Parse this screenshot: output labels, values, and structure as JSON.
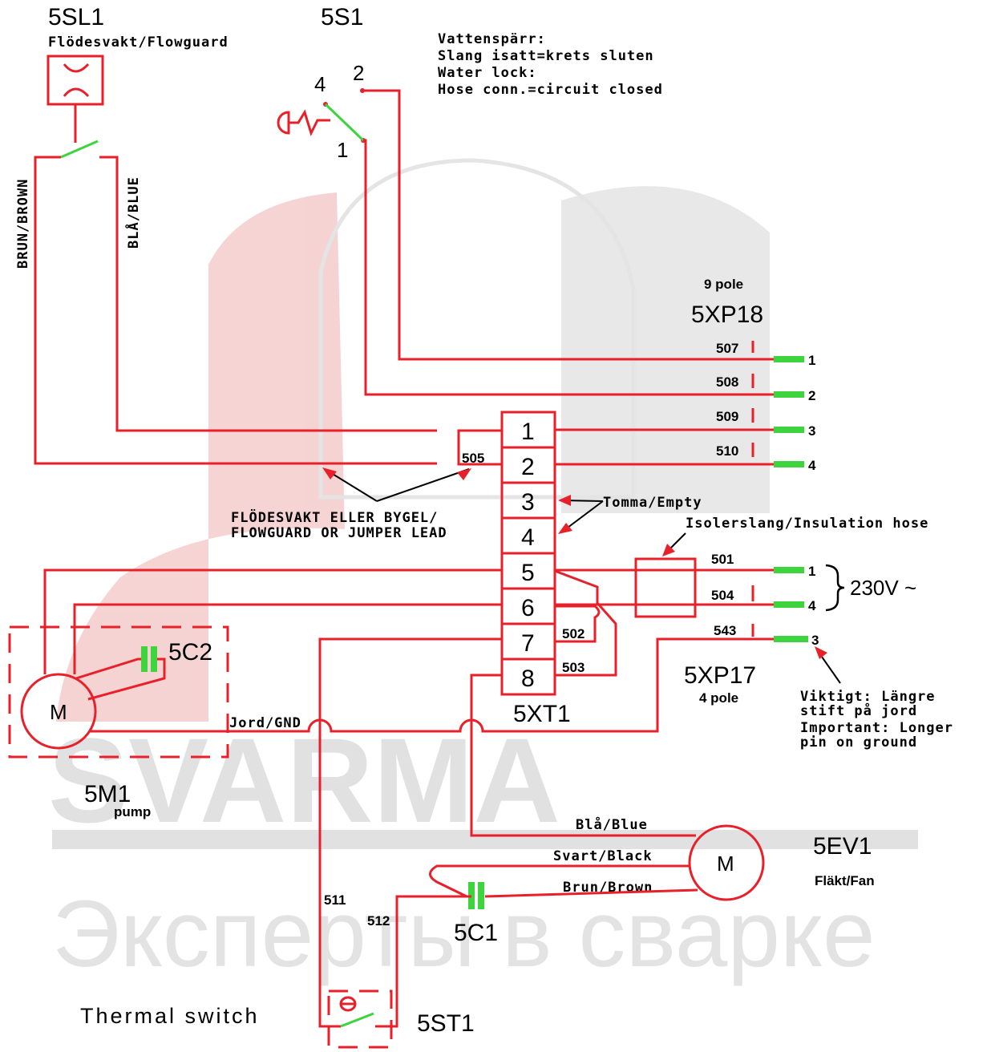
{
  "watermark": {
    "brand": "SVARMA",
    "tagline": "Эксперты в сварке",
    "color_grey": "#dcdcdc",
    "color_red": "#f3b7b7"
  },
  "colors": {
    "wire": "#e8202a",
    "pin": "#3ed43e",
    "text": "#000000"
  },
  "flowguard": {
    "id": "5SL1",
    "name": "Flödesvakt/Flowguard",
    "wire_left": "BRUN/BROWN",
    "wire_right": "BLÅ/BLUE"
  },
  "switch": {
    "id": "5S1",
    "pin4": "4",
    "pin2": "2",
    "pin1": "1"
  },
  "water_lock": {
    "line1": "Vattenspärr:",
    "line2": "Slang isatt=krets sluten",
    "line3": "Water lock:",
    "line4": "Hose conn.=circuit closed"
  },
  "xp18": {
    "pole_label": "9 pole",
    "id": "5XP18",
    "wires": [
      "507",
      "508",
      "509",
      "510"
    ],
    "pins": [
      "1",
      "2",
      "3",
      "4"
    ]
  },
  "xt1": {
    "id": "5XT1",
    "terminals": [
      "1",
      "2",
      "3",
      "4",
      "5",
      "6",
      "7",
      "8"
    ],
    "jumper_wire": "505"
  },
  "jumper_note": {
    "line1": "FLÖDESVAKT ELLER BYGEL/",
    "line2": "FLOWGUARD OR JUMPER LEAD"
  },
  "empty_note": "Tomma/Empty",
  "insulation_note": "Isolerslang/Insulation hose",
  "xp17": {
    "id": "5XP17",
    "pole_label": "4 pole",
    "wires": [
      "501",
      "504",
      "543"
    ],
    "pins": [
      "1",
      "4",
      "3"
    ],
    "voltage": "230V ~"
  },
  "xt1_wires": {
    "w502": "502",
    "w503": "503"
  },
  "ground_note": {
    "line1": "Viktigt: Längre",
    "line2": "stift på jord",
    "line3": "Important: Longer",
    "line4": "pin on ground"
  },
  "pump": {
    "id": "5M1",
    "name": "pump",
    "motor": "M",
    "capacitor": "5C2",
    "ground": "Jord/GND"
  },
  "fan": {
    "id": "5EV1",
    "name": "Fläkt/Fan",
    "motor": "M",
    "capacitor": "5C1",
    "blue": "Blå/Blue",
    "black": "Svart/Black",
    "brown": "Brun/Brown"
  },
  "thermal": {
    "label": "Thermal switch",
    "id": "5ST1",
    "symbol": "ϑ",
    "w511": "511",
    "w512": "512"
  }
}
